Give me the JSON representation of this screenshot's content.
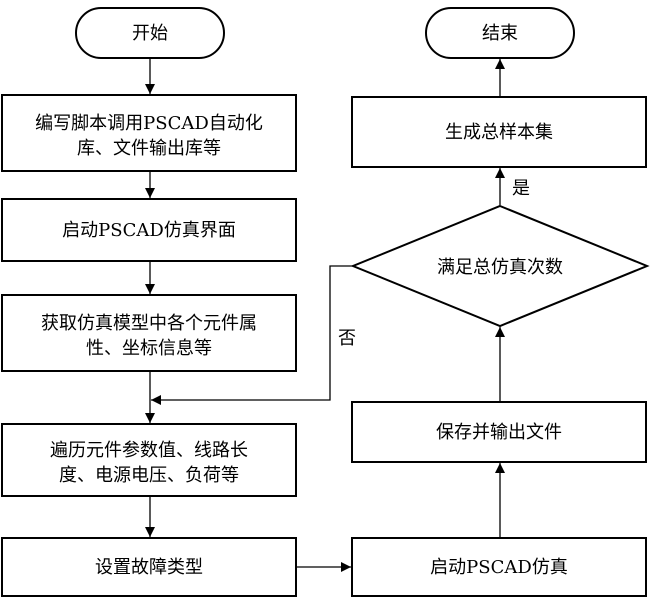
{
  "nodes": {
    "start": {
      "label": "开始"
    },
    "write_script": {
      "lines": [
        "编写脚本调用PSCAD自动化",
        "库、文件输出库等"
      ]
    },
    "launch_ui": {
      "label": "启动PSCAD仿真界面"
    },
    "get_props": {
      "lines": [
        "获取仿真模型中各个元件属",
        "性、坐标信息等"
      ]
    },
    "traverse": {
      "lines": [
        "遍历元件参数值、线路长",
        "度、电源电压、负荷等"
      ]
    },
    "set_fault": {
      "label": "设置故障类型"
    },
    "run_sim": {
      "label": "启动PSCAD仿真"
    },
    "save_output": {
      "label": "保存并输出文件"
    },
    "check_count": {
      "label": "满足总仿真次数"
    },
    "gen_set": {
      "label": "生成总样本集"
    },
    "end": {
      "label": "结束"
    }
  },
  "edge_labels": {
    "yes": "是",
    "no": "否"
  }
}
